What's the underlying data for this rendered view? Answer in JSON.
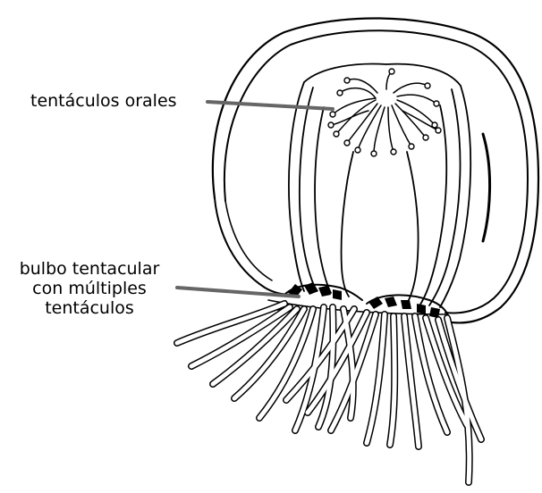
{
  "labels": {
    "oral_tentacles": "tentáculos orales",
    "tentacle_bulb": [
      "bulbo tentacular",
      "con múltiples",
      "tentáculos"
    ]
  },
  "colors": {
    "ink": "#000000",
    "leader": "#666666",
    "background": "#ffffff"
  }
}
